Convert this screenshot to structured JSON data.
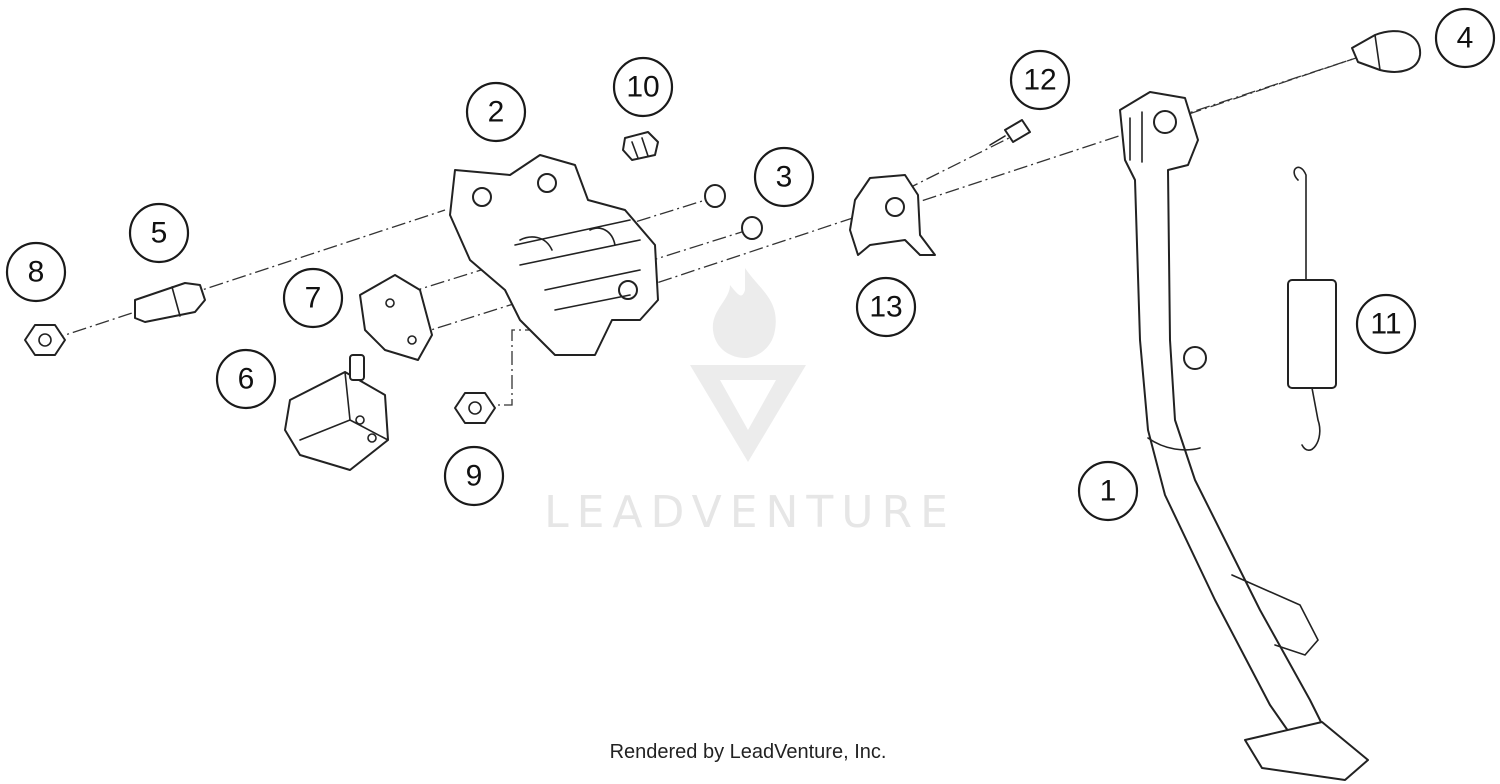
{
  "diagram": {
    "callouts": [
      "1",
      "2",
      "3",
      "4",
      "5",
      "6",
      "7",
      "8",
      "9",
      "10",
      "11",
      "12",
      "13"
    ],
    "watermark": {
      "text": "LEADVENTURE"
    },
    "credit": "Rendered by LeadVenture, Inc."
  }
}
